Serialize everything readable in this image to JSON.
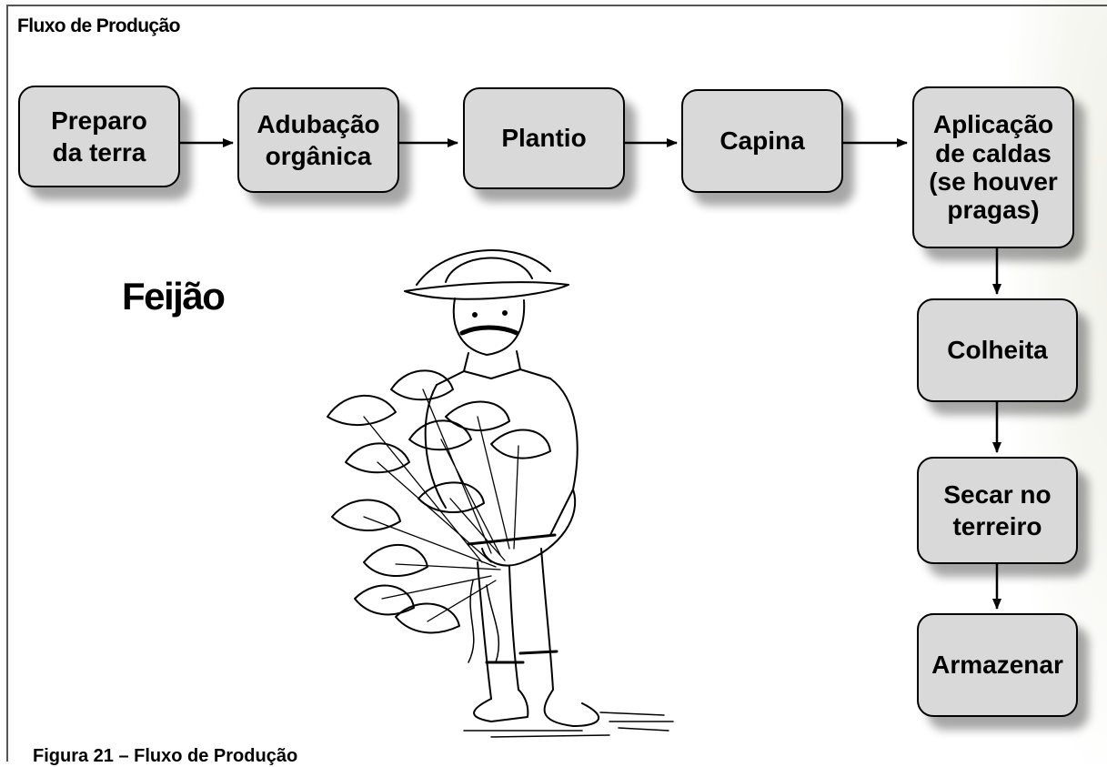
{
  "heading": "Fluxo de Produção",
  "crop_title": "Feijão",
  "caption": "Figura 21 – Fluxo de Produção",
  "steps": {
    "preparo": "Preparo\nda terra",
    "adubacao": "Adubação\norgânica",
    "plantio": "Plantio",
    "capina": "Capina",
    "aplicacao": "Aplicação\nde caldas\n(se houver\npragas)",
    "colheita": "Colheita",
    "secar": "Secar no\nterreiro",
    "armazenar": "Armazenar"
  },
  "colors": {
    "box_fill": "#d9d9d9",
    "stroke": "#000000"
  },
  "illustration": "farmer-carrying-bean-plants"
}
